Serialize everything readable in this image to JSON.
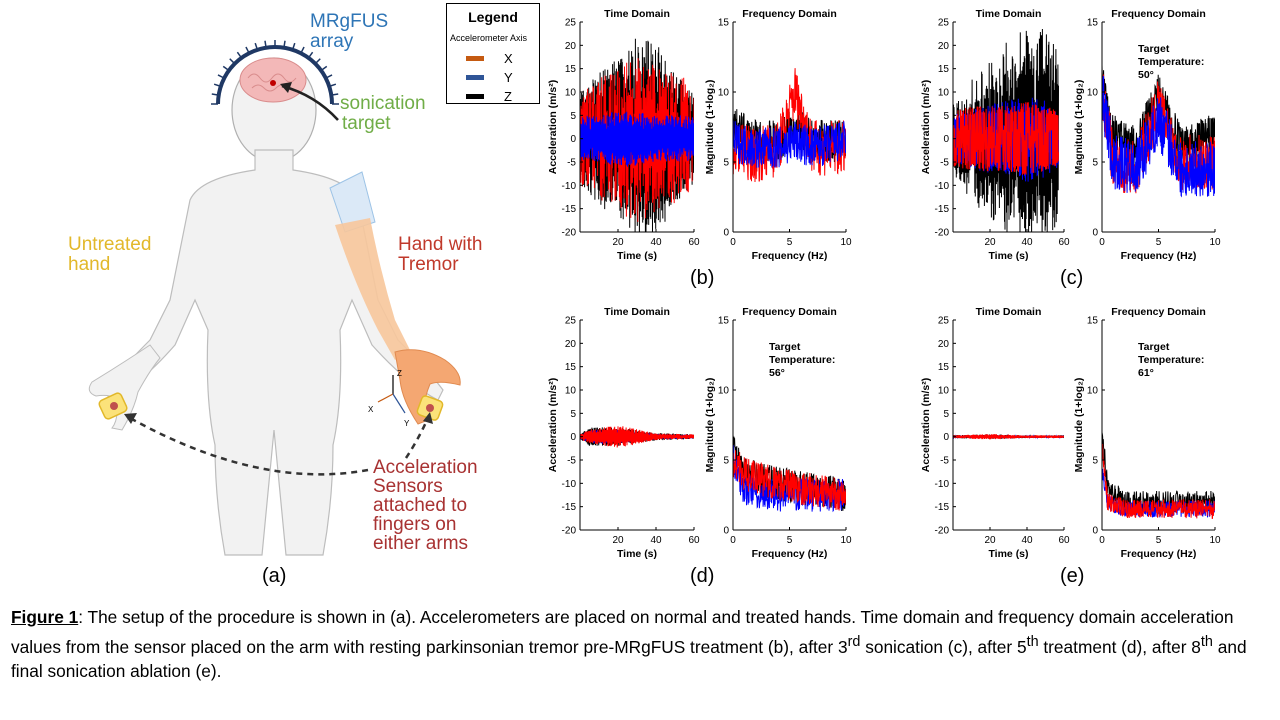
{
  "illustration": {
    "array_label_line1": "MRgFUS",
    "array_label_line2": "array",
    "target_label_line1": "sonication",
    "target_label_line2": "target",
    "untreated_line1": "Untreated",
    "untreated_line2": "hand",
    "tremor_line1": "Hand with",
    "tremor_line2": "Tremor",
    "sensor_lines": [
      "Acceleration",
      "Sensors",
      "attached to",
      "fingers on",
      "either arms"
    ],
    "axis_x": "X",
    "axis_y": "Y",
    "axis_z": "Z",
    "colors": {
      "array_text": "#2e75b6",
      "target_text": "#70ad47",
      "untreated_text": "#e2b82a",
      "tremor_text": "#c0392b",
      "sensor_text": "#a83232"
    }
  },
  "legend": {
    "title": "Legend",
    "subtitle": "Accelerometer Axis",
    "items": [
      {
        "name": "X",
        "color": "#c55a11"
      },
      {
        "name": "Y",
        "color": "#2f5597"
      },
      {
        "name": "Z",
        "color": "#000000"
      }
    ]
  },
  "panel_labels": {
    "a": "(a)",
    "b": "(b)",
    "c": "(c)",
    "d": "(d)",
    "e": "(e)"
  },
  "caption": {
    "figure_label": "Figure 1",
    "text_1": ": The setup of the procedure is shown in (a). Accelerometers are placed on normal and treated hands. Time domain and frequency domain acceleration values from the sensor placed on the arm with resting parkinsonian tremor pre-MRgFUS treatment (b), after 3",
    "sup_1": "rd",
    "text_2": " sonication (c), after 5",
    "sup_2": "th",
    "text_3": " treatment (d), after 8",
    "sup_3": "th",
    "text_4": " and final sonication ablation (e)."
  },
  "chart_data": [
    {
      "type": "line",
      "panel": "b",
      "domain": "time",
      "title": "Time Domain",
      "xlabel": "Time (s)",
      "ylabel": "Acceleration (m/s²)",
      "xlim": [
        0,
        60
      ],
      "ylim": [
        -20,
        25
      ],
      "xticks": [
        "20",
        "40",
        "60"
      ],
      "yticks": [
        "-20",
        "-15",
        "-10",
        "-5",
        "0",
        "5",
        "10",
        "15",
        "20",
        "25"
      ],
      "series": [
        {
          "name": "Z",
          "color": "#000000",
          "x": [
            0,
            10,
            20,
            30,
            40,
            50,
            60
          ],
          "amp": [
            10,
            14,
            18,
            22,
            22,
            14,
            10
          ]
        },
        {
          "name": "X",
          "color": "#ff0000",
          "x": [
            0,
            10,
            20,
            30,
            40,
            50,
            60
          ],
          "amp": [
            6,
            9,
            12,
            14,
            12,
            10,
            8
          ],
          "offset": 5
        },
        {
          "name": "Y",
          "color": "#0000ff",
          "x": [
            0,
            10,
            20,
            30,
            40,
            50,
            60
          ],
          "amp": [
            5,
            5,
            6,
            6,
            5,
            5,
            5
          ]
        }
      ]
    },
    {
      "type": "line",
      "panel": "b",
      "domain": "frequency",
      "title": "Frequency Domain",
      "xlabel": "Frequency (Hz)",
      "ylabel": "Magnitude (1+log₂)",
      "xlim": [
        0,
        10
      ],
      "ylim": [
        0,
        15
      ],
      "xticks": [
        "0",
        "5",
        "10"
      ],
      "yticks": [
        "0",
        "5",
        "10",
        "15"
      ],
      "series": [
        {
          "name": "Z",
          "color": "#000000",
          "x": [
            0,
            2,
            4,
            5.5,
            7,
            10
          ],
          "y": [
            7.5,
            6.5,
            6.5,
            7.5,
            6.5,
            6.5
          ],
          "noise": 1.5
        },
        {
          "name": "X",
          "color": "#ff0000",
          "x": [
            0,
            2,
            4,
            5.5,
            7,
            10
          ],
          "y": [
            6,
            5.5,
            6,
            10,
            6,
            6
          ],
          "noise": 2.0
        },
        {
          "name": "Y",
          "color": "#0000ff",
          "x": [
            0,
            2,
            4,
            5.5,
            7,
            10
          ],
          "y": [
            6.5,
            6,
            6,
            6.5,
            6,
            6.5
          ],
          "noise": 1.5
        }
      ]
    },
    {
      "type": "line",
      "panel": "c",
      "domain": "time",
      "title": "Time Domain",
      "xlabel": "Time (s)",
      "ylabel": "Acceleration (m/s²)",
      "xlim": [
        0,
        60
      ],
      "ylim": [
        -20,
        25
      ],
      "xticks": [
        "20",
        "40",
        "60"
      ],
      "yticks": [
        "-20",
        "-15",
        "-10",
        "-5",
        "0",
        "5",
        "10",
        "15",
        "20",
        "25"
      ],
      "series": [
        {
          "name": "Z",
          "color": "#000000",
          "x": [
            0,
            10,
            20,
            30,
            40,
            50,
            57
          ],
          "amp": [
            5,
            10,
            14,
            18,
            22,
            20,
            16
          ],
          "offset": 4
        },
        {
          "name": "Y",
          "color": "#0000ff",
          "x": [
            0,
            10,
            20,
            30,
            40,
            50,
            57
          ],
          "amp": [
            3,
            4,
            5,
            6,
            7,
            6,
            4
          ],
          "offset": 3
        },
        {
          "name": "X",
          "color": "#ff0000",
          "x": [
            0,
            10,
            20,
            30,
            40,
            50,
            57
          ],
          "amp": [
            2,
            3,
            3,
            3,
            4,
            3,
            2
          ],
          "offset": -5
        }
      ]
    },
    {
      "type": "line",
      "panel": "c",
      "domain": "frequency",
      "title": "Frequency Domain",
      "xlabel": "Frequency (Hz)",
      "ylabel": "Magnitude (1+log₂)",
      "xlim": [
        0,
        10
      ],
      "ylim": [
        0,
        15
      ],
      "xticks": [
        "0",
        "5",
        "10"
      ],
      "yticks": [
        "0",
        "5",
        "10",
        "15"
      ],
      "annotation": [
        "Target",
        "Temperature:",
        "50°"
      ],
      "series": [
        {
          "name": "Z",
          "color": "#000000",
          "x": [
            0,
            1,
            3,
            5,
            7,
            10
          ],
          "y": [
            11,
            7,
            6,
            10,
            6,
            7
          ],
          "noise": 1.5
        },
        {
          "name": "X",
          "color": "#ff0000",
          "x": [
            0,
            1,
            3,
            5,
            7,
            10
          ],
          "y": [
            10,
            5,
            4.5,
            9,
            5,
            5
          ],
          "noise": 2.0
        },
        {
          "name": "Y",
          "color": "#0000ff",
          "x": [
            0,
            1,
            3,
            5,
            7,
            10
          ],
          "y": [
            10,
            5,
            4.5,
            8,
            4.5,
            4.5
          ],
          "noise": 2.0
        }
      ]
    },
    {
      "type": "line",
      "panel": "d",
      "domain": "time",
      "title": "Time Domain",
      "xlabel": "Time (s)",
      "ylabel": "Acceleration (m/s²)",
      "xlim": [
        0,
        60
      ],
      "ylim": [
        -20,
        25
      ],
      "xticks": [
        "20",
        "40",
        "60"
      ],
      "yticks": [
        "-20",
        "-15",
        "-10",
        "-5",
        "0",
        "5",
        "10",
        "15",
        "20",
        "25"
      ],
      "series": [
        {
          "name": "Z",
          "color": "#000000",
          "x": [
            0,
            5,
            20,
            40,
            60
          ],
          "amp": [
            0.5,
            2,
            2,
            0.8,
            0.5
          ]
        },
        {
          "name": "Y",
          "color": "#0000ff",
          "x": [
            0,
            5,
            20,
            40,
            60
          ],
          "amp": [
            0.5,
            1.5,
            1.5,
            0.6,
            0.4
          ]
        },
        {
          "name": "X",
          "color": "#ff0000",
          "x": [
            0,
            5,
            20,
            40,
            60
          ],
          "amp": [
            0.5,
            1.5,
            2.5,
            0.7,
            0.5
          ]
        }
      ]
    },
    {
      "type": "line",
      "panel": "d",
      "domain": "frequency",
      "title": "Frequency Domain",
      "xlabel": "Frequency (Hz)",
      "ylabel": "Magnitude (1+log₂)",
      "xlim": [
        0,
        10
      ],
      "ylim": [
        0,
        15
      ],
      "xticks": [
        "0",
        "5",
        "10"
      ],
      "yticks": [
        "0",
        "5",
        "10",
        "15"
      ],
      "annotation": [
        "Target",
        "Temperature:",
        "56°"
      ],
      "series": [
        {
          "name": "Z",
          "color": "#000000",
          "x": [
            0,
            1,
            3,
            6,
            10
          ],
          "y": [
            6,
            4,
            3.5,
            3,
            2.5
          ],
          "noise": 1.2
        },
        {
          "name": "Y",
          "color": "#0000ff",
          "x": [
            0,
            1,
            3,
            6,
            10
          ],
          "y": [
            5,
            3,
            2.5,
            2.5,
            2.5
          ],
          "noise": 1.2
        },
        {
          "name": "X",
          "color": "#ff0000",
          "x": [
            0,
            1,
            3,
            6,
            10
          ],
          "y": [
            5,
            4,
            3.5,
            3,
            2.5
          ],
          "noise": 1.2
        }
      ]
    },
    {
      "type": "line",
      "panel": "e",
      "domain": "time",
      "title": "Time Domain",
      "xlabel": "Time (s)",
      "ylabel": "Acceleration (m/s²)",
      "xlim": [
        0,
        60
      ],
      "ylim": [
        -20,
        25
      ],
      "xticks": [
        "20",
        "40",
        "60"
      ],
      "yticks": [
        "-20",
        "-15",
        "-10",
        "-5",
        "0",
        "5",
        "10",
        "15",
        "20",
        "25"
      ],
      "series": [
        {
          "name": "Z",
          "color": "#000000",
          "x": [
            0,
            20,
            40,
            60
          ],
          "amp": [
            0.3,
            0.5,
            0.3,
            0.3
          ]
        },
        {
          "name": "Y",
          "color": "#0000ff",
          "x": [
            0,
            20,
            40,
            60
          ],
          "amp": [
            0.2,
            0.3,
            0.2,
            0.2
          ]
        },
        {
          "name": "X",
          "color": "#ff0000",
          "x": [
            0,
            20,
            40,
            60
          ],
          "amp": [
            0.3,
            0.6,
            0.3,
            0.3
          ]
        }
      ]
    },
    {
      "type": "line",
      "panel": "e",
      "domain": "frequency",
      "title": "Frequency Domain",
      "xlabel": "Frequency (Hz)",
      "ylabel": "Magnitude (1+log₂)",
      "xlim": [
        0,
        10
      ],
      "ylim": [
        0,
        15
      ],
      "xticks": [
        "0",
        "5",
        "10"
      ],
      "yticks": [
        "0",
        "5",
        "10",
        "15"
      ],
      "annotation": [
        "Target",
        "Temperature:",
        "61°"
      ],
      "series": [
        {
          "name": "Z",
          "color": "#000000",
          "x": [
            0,
            0.5,
            2,
            6,
            10
          ],
          "y": [
            7,
            3,
            2,
            2,
            2
          ],
          "noise": 0.8
        },
        {
          "name": "Y",
          "color": "#0000ff",
          "x": [
            0,
            0.5,
            2,
            6,
            10
          ],
          "y": [
            4,
            2,
            1.5,
            1.5,
            1.5
          ],
          "noise": 0.6
        },
        {
          "name": "X",
          "color": "#ff0000",
          "x": [
            0,
            0.5,
            2,
            6,
            10
          ],
          "y": [
            6,
            2,
            1.5,
            1.5,
            1.5
          ],
          "noise": 0.7
        }
      ]
    }
  ]
}
